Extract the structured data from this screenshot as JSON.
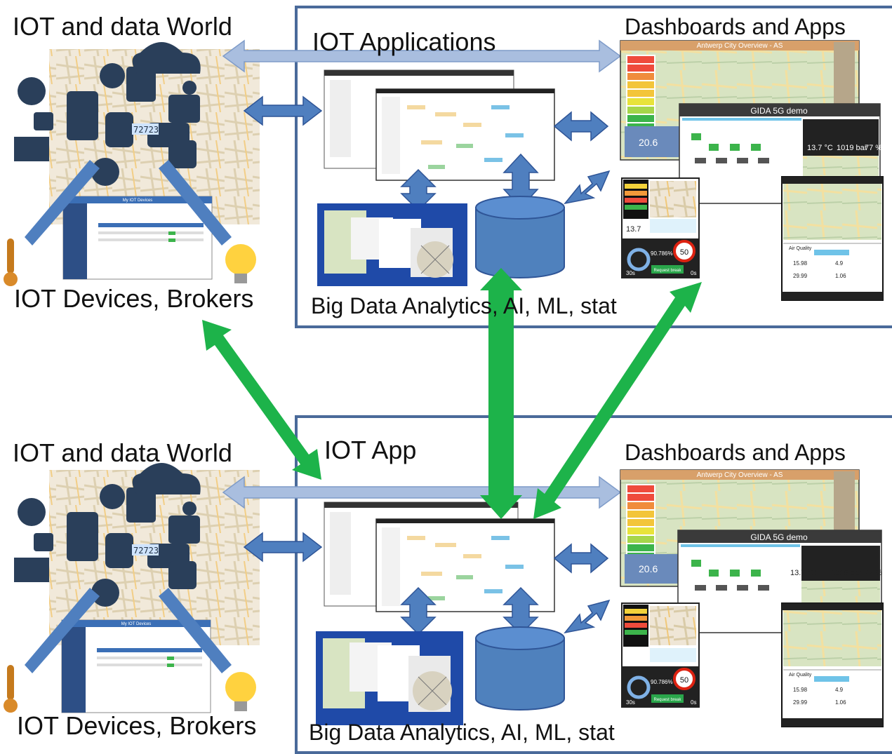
{
  "top": {
    "world_label": "IOT and data World",
    "devices_label": "IOT Devices, Brokers",
    "app_label": "IOT Applications",
    "dash_label": "Dashboards and Apps",
    "analytics_label": "Big Data Analytics, AI, ML, stat"
  },
  "bottom": {
    "world_label": "IOT and data World",
    "devices_label": "IOT Devices, Brokers",
    "app_label": "IOT App",
    "dash_label": "Dashboards and Apps",
    "analytics_label": "Big Data Analytics, AI, ML, stat"
  },
  "screens": {
    "devices_title": "My IOT Devices",
    "dash_city_title": "Antwerp City Overview - AS",
    "dash_demo_title": "GIDA 5G demo",
    "temp_value": "13.7 °C",
    "pressure_value": "1019 bar",
    "humidity_value": "77 %",
    "gauge_value": "20.6",
    "small_value": "13.7",
    "percent_value": "90.786%",
    "speed_limit": "50",
    "mobile_air_quality": "Air Quality",
    "mobile_val1": "15.98",
    "mobile_val2": "4.9",
    "mobile_val3": "29.99",
    "mobile_val4": "1.06",
    "request_label": "Request break",
    "t1": "30s",
    "t2": "0s"
  },
  "colors": {
    "panel_border": "#4a6a9a",
    "blue_arrow": "#4f7fbf",
    "blue_arrow_stroke": "#2f5597",
    "pale_arrow": "#a9bedf",
    "green_arrow": "#1db34a",
    "db_fill": "#4f81bd",
    "analytics_bg": "#1f4aa8"
  }
}
